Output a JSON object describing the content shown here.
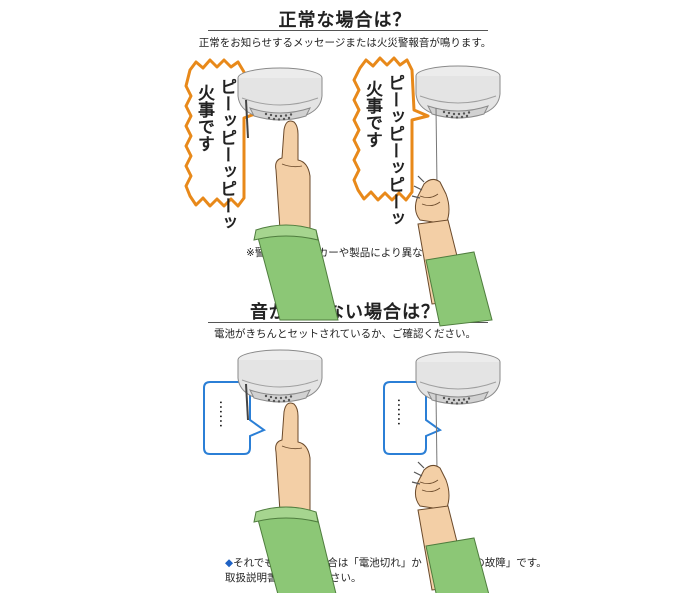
{
  "section1": {
    "title": "正常な場合は？",
    "subtitle": "正常をお知らせするメッセージまたは火災警報音が鳴ります。",
    "bubble_left": {
      "line1": "ピーッピーッピーッ",
      "line2": "火事です"
    },
    "bubble_right": {
      "line1": "ピーッピーッピーッ",
      "line2": "火事です"
    },
    "note": "※警報音はメーカーや製品により異なります。"
  },
  "section2": {
    "title": "音が鳴らない場合は？",
    "subtitle": "電池がきちんとセットされているか、ご確認ください。",
    "bubble_left_text": "……",
    "bubble_right_text": "……",
    "footnote_line1": "それでも鳴らない場合は「電池切れ」か「機器本体の故障」です。",
    "footnote_line2": "取扱説明書をご覧ください。",
    "diamond": "◆"
  },
  "colors": {
    "orange_bubble": "#e8891a",
    "blue_bubble": "#2b7fd6",
    "sleeve_green": "#8cc776",
    "skin": "#f3cfa6",
    "detector_gray": "#e6e6e6"
  }
}
